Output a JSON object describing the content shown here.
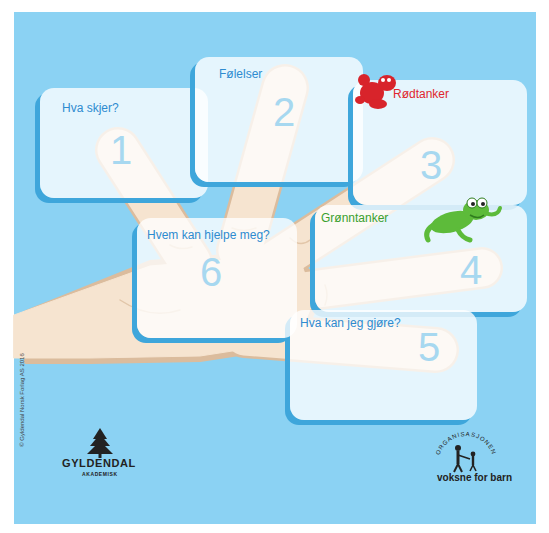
{
  "diagram": {
    "nodes": [
      {
        "text": [
          "Hva skjer?",
          "1"
        ]
      },
      {
        "text": [
          "Følelser",
          "2"
        ]
      },
      {
        "text": [
          "Rødtanker",
          "3"
        ]
      },
      {
        "text": [
          "Grønntanker",
          "4"
        ]
      },
      {
        "text": [
          "Hva kan jeg gjøre?",
          "5"
        ]
      },
      {
        "text": [
          "Hvem kan hjelpe meg?",
          "6"
        ]
      }
    ],
    "labels": [
      "© Gyldendal Norsk Forlag AS 2016",
      "GYLDENDAL",
      "AKADEMISK",
      "ORGANISASJONEN",
      "voksne for barn"
    ]
  }
}
